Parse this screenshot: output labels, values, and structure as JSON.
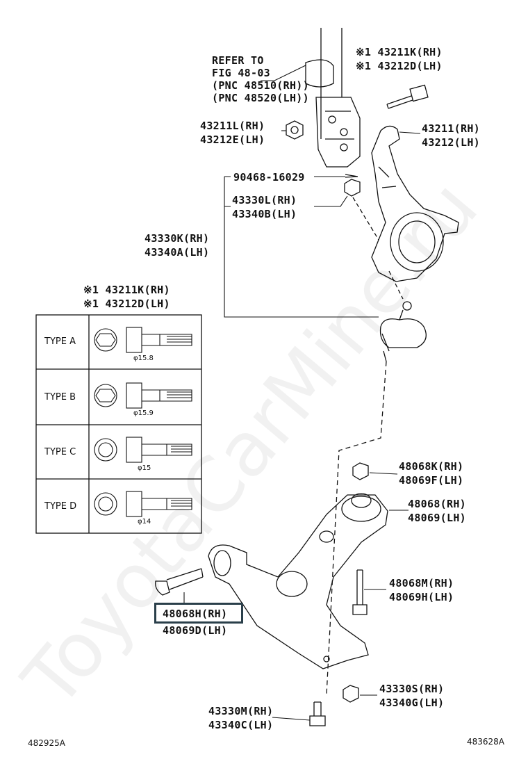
{
  "watermark": "ToyotaCarMine.ru",
  "refer": {
    "line1": "REFER TO",
    "line2": "FIG 48-03",
    "line3": "(PNC 48510(RH))",
    "line4": "(PNC 48520(LH))"
  },
  "labels": {
    "bolt_top_rh": "※1 43211K(RH)",
    "bolt_top_lh": "※1 43212D(LH)",
    "nut_top_rh": "43211L(RH)",
    "nut_top_lh": "43212E(LH)",
    "knuckle_rh": "43211(RH)",
    "knuckle_lh": "43212(LH)",
    "cotter_pin": "90468-16029",
    "castle_nut_rh": "43330L(RH)",
    "castle_nut_lh": "43340B(LH)",
    "ball_joint_rh": "43330K(RH)",
    "ball_joint_lh": "43340A(LH)",
    "table_rh": "※1 43211K(RH)",
    "table_lh": "※1 43212D(LH)",
    "arm_nut_rh": "48068K(RH)",
    "arm_nut_lh": "48069F(LH)",
    "arm_rh": "48068(RH)",
    "arm_lh": "48069(LH)",
    "arm_bolt_rh": "48068M(RH)",
    "arm_bolt_lh": "48069H(LH)",
    "front_bolt_rh": "48068H(RH)",
    "front_bolt_lh": "48069D(LH)",
    "bj_nut_rh": "43330S(RH)",
    "bj_nut_lh": "43340G(LH)",
    "bj_bolt_rh": "43330M(RH)",
    "bj_bolt_lh": "43340C(LH)"
  },
  "bolt_types": [
    {
      "name": "TYPE A",
      "dia": "φ15.8"
    },
    {
      "name": "TYPE B",
      "dia": "φ15.9"
    },
    {
      "name": "TYPE C",
      "dia": "φ15"
    },
    {
      "name": "TYPE D",
      "dia": "φ14"
    }
  ],
  "codes": {
    "left": "482925A",
    "right": "483628A"
  }
}
